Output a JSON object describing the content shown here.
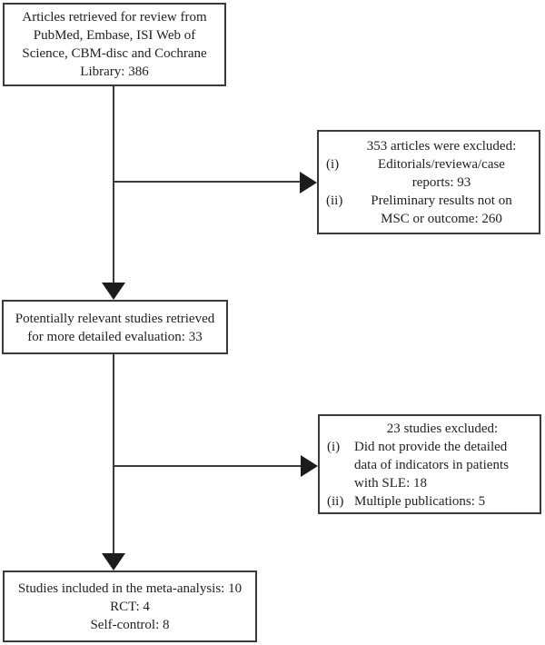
{
  "figure": {
    "type": "study-selection-flowchart",
    "background_color": "#ffffff",
    "border_color": "#3a3a3a",
    "line_color": "#3a3a3a",
    "arrow_color": "#1c1c1c",
    "text_color": "#1f1f1f"
  },
  "boxes": {
    "retrieved": {
      "lines": [
        "Articles retrieved for review from",
        "PubMed, Embase, ISI Web of",
        "Science, CBM-disc and Cochrane",
        "Library: 386"
      ]
    },
    "excluded_first": {
      "title": "353 articles were excluded:",
      "items": [
        {
          "marker": "(i)",
          "lines": [
            "Editorials/reviewa/case",
            "reports: 93"
          ]
        },
        {
          "marker": "(ii)",
          "lines": [
            "Preliminary results not on",
            "MSC or outcome: 260"
          ]
        }
      ]
    },
    "relevant": {
      "lines": [
        "Potentially relevant studies retrieved",
        "for more detailed evaluation: 33"
      ]
    },
    "excluded_second": {
      "title": "23 studies excluded:",
      "items": [
        {
          "marker": "(i)",
          "lines": [
            "Did not provide the detailed",
            "data of indicators in patients",
            "with SLE: 18"
          ]
        },
        {
          "marker": "(ii)",
          "lines": [
            "Multiple publications: 5"
          ]
        }
      ]
    },
    "included": {
      "lines": [
        "Studies included in the meta-analysis: 10",
        "RCT: 4",
        "Self-control: 8"
      ]
    }
  }
}
